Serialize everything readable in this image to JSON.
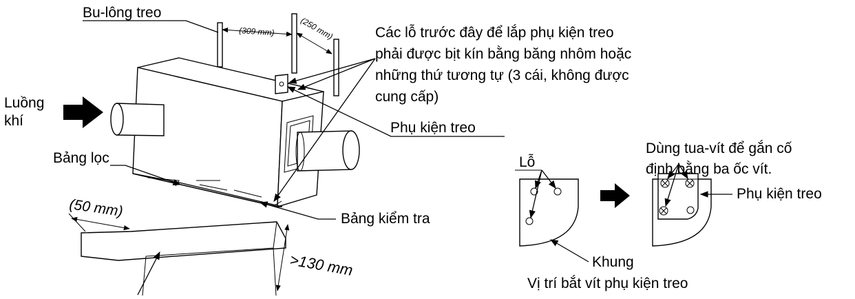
{
  "colors": {
    "line": "#000000",
    "background": "#ffffff"
  },
  "labels": {
    "hanging_bolt": "Bu-lông treo",
    "dim_bolt_spacing": "(309 mm)",
    "dim_bolt_depth": "(250 mm)",
    "note_holes_lines": [
      "Các lỗ trước đây để lắp phụ kiện treo",
      "phải được bịt kín bằng băng nhôm hoặc",
      "những thứ tương tự (3 cái, không được",
      "cung cấp)"
    ],
    "airflow_lines": [
      "Luồng",
      "khí"
    ],
    "hanging_bracket": "Phụ kiện treo",
    "filter": "Bảng lọc",
    "dim_side_clearance": "(50 mm)",
    "inspection_panel": "Bảng kiểm tra",
    "dim_service_clearance": ">130  mm",
    "screwdriver_note_lines": [
      "Dùng tua-vít để gắn cố",
      "định bằng ba ốc vít."
    ],
    "hole": "Lỗ",
    "hanging_bracket_detail": "Phụ kiện treo",
    "frame": "Khung",
    "detail_caption": "Vị trí bắt vít phụ kiện treo"
  }
}
